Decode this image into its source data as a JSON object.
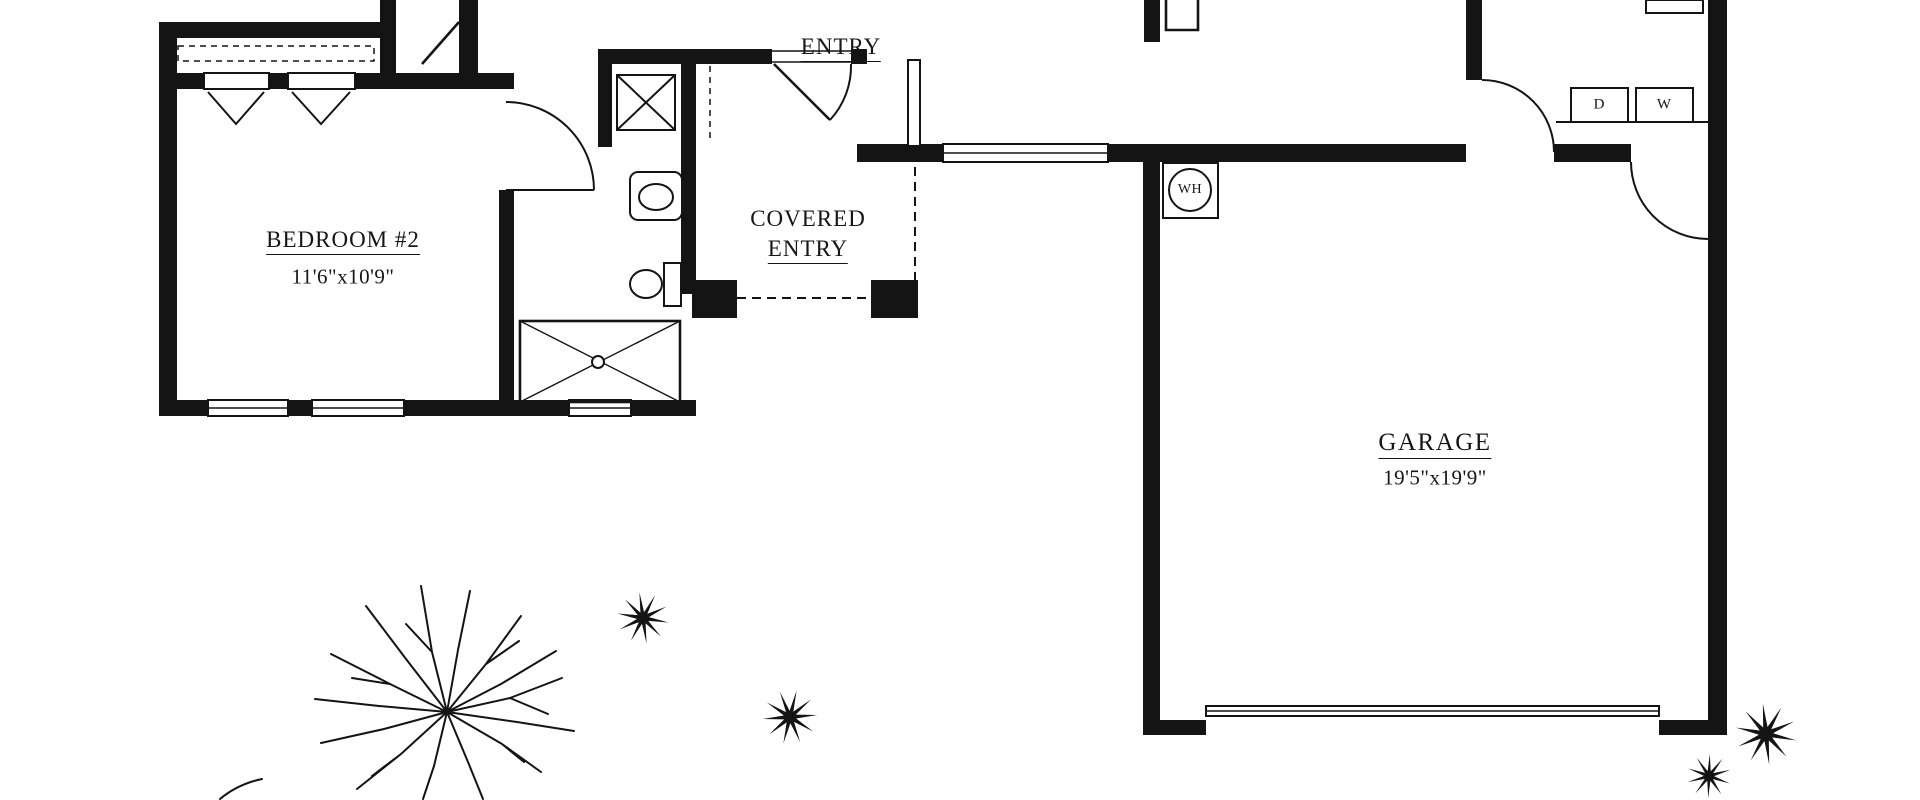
{
  "colors": {
    "ink": "#141414",
    "paper": "#ffffff"
  },
  "rooms": {
    "bedroom2": {
      "name": "BEDROOM #2",
      "dims": "11'6\"x10'9\""
    },
    "entry": {
      "name": "ENTRY"
    },
    "covered_entry": {
      "line1": "COVERED",
      "line2": "ENTRY"
    },
    "garage": {
      "name": "GARAGE",
      "dims": "19'5\"x19'9\""
    }
  },
  "appliances": {
    "water_heater": "WH",
    "dryer": "D",
    "washer": "W"
  }
}
